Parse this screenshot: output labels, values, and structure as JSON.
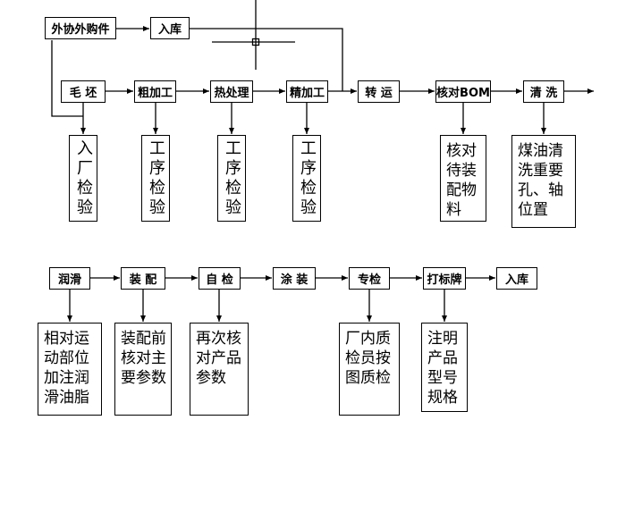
{
  "top": {
    "outsourced": "外协外购件",
    "warehouse": "入库"
  },
  "row1": {
    "steps": [
      {
        "label": "毛 坯",
        "note": "入厂检验"
      },
      {
        "label": "粗加工",
        "note": "工序检验"
      },
      {
        "label": "热处理",
        "note": "工序检验"
      },
      {
        "label": "精加工",
        "note": "工序检验"
      },
      {
        "label": "转 运"
      },
      {
        "label": "核对BOM",
        "note_lines": [
          "核对",
          "待装",
          "配物",
          "料"
        ]
      },
      {
        "label": "清 洗",
        "note_lines": [
          "煤油清",
          "洗重要",
          "孔、轴",
          "位置"
        ]
      }
    ]
  },
  "row2": {
    "steps": [
      {
        "label": "润滑",
        "note_lines": [
          "相对运",
          "动部位",
          "加注润",
          "滑油脂"
        ]
      },
      {
        "label": "装 配",
        "note_lines": [
          "装配前",
          "核对主",
          "要参数"
        ]
      },
      {
        "label": "自 检",
        "note_lines": [
          "再次核",
          "对产品",
          "参数"
        ]
      },
      {
        "label": "涂 装"
      },
      {
        "label": "专检",
        "note_lines": [
          "厂内质",
          "检员按",
          "图质检"
        ]
      },
      {
        "label": "打标牌",
        "note_lines": [
          "注明",
          "产品",
          "型号",
          "规格"
        ]
      },
      {
        "label": "入库"
      }
    ]
  },
  "colors": {
    "line": "#000000",
    "background": "#ffffff"
  }
}
